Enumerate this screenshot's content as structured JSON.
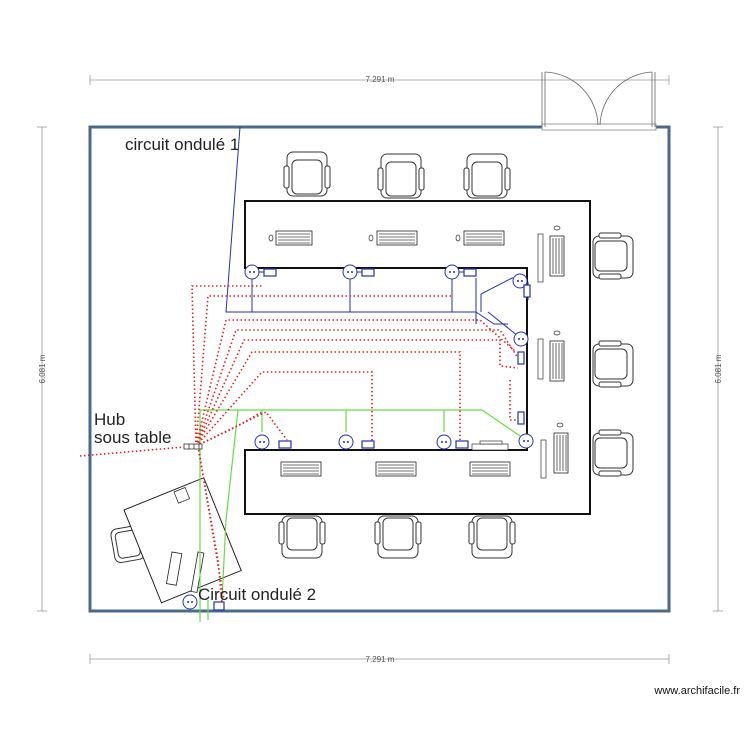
{
  "plan": {
    "dimensions": {
      "width": "7.291 m",
      "height": "6.081 m"
    },
    "labels": {
      "circuit_1": "circuit  ondulé 1",
      "circuit_2": "Circuit ondulé 2",
      "hub_line1": "Hub",
      "hub_line2": "sous table"
    },
    "watermark": "www.archifacile.fr",
    "colors": {
      "wall": "#4a6a8a",
      "ups_circuit_1": "#2233aa",
      "ups_circuit_2": "#66dd44",
      "network": "#e02020",
      "furniture": "#111111"
    },
    "icons": [
      "door-icon",
      "chair-icon",
      "monitor-icon",
      "keyboard-icon",
      "outlet-icon",
      "hub-icon",
      "desk-icon"
    ]
  }
}
